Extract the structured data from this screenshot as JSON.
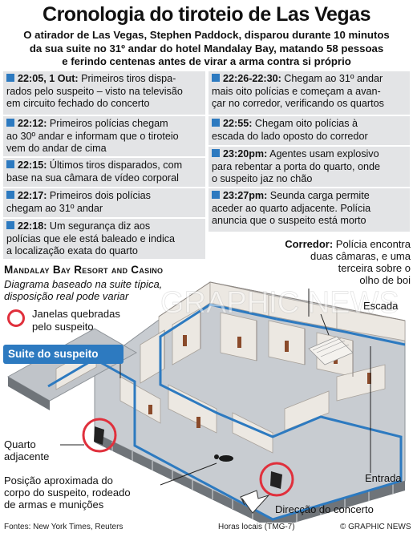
{
  "header": {
    "title": "Cronologia do tiroteio de Las Vegas",
    "subtitle_lines": [
      "O atirador de Las Vegas, Stephen Paddock, disparou durante 10 minutos",
      "da sua suite no 31º andar do hotel Mandalay Bay, matando 58 pessoas",
      "e ferindo centenas antes de virar a arma contra si próprio"
    ]
  },
  "events_left": [
    {
      "time": "22:05, 1 Out:",
      "text_lines": [
        " Primeiros tiros dispa-",
        "rados pelo suspeito – visto na televisão",
        "em circuito fechado do concerto"
      ]
    },
    {
      "time": "22:12:",
      "text_lines": [
        " Primeiros polícias chegam",
        "ao 30º andar e informam que o tiroteio",
        "vem do andar de cima"
      ]
    },
    {
      "time": "22:15:",
      "text_lines": [
        " Últimos tiros disparados, com",
        "base na sua câmara de vídeo corporal"
      ]
    },
    {
      "time": "22:17:",
      "text_lines": [
        " Primeiros dois polícias",
        "chegam ao 31º andar"
      ]
    },
    {
      "time": "22:18:",
      "text_lines": [
        " Um segurança diz aos",
        "polícias que ele está baleado e indica",
        "a localização exata do quarto"
      ]
    }
  ],
  "events_right": [
    {
      "time": "22:26-22:30:",
      "text_lines": [
        " Chegam ao 31º andar",
        "mais oito polícias e começam a avan-",
        "çar no corredor, verificando os quartos"
      ]
    },
    {
      "time": "22:55:",
      "text_lines": [
        " Chegam oito polícias à",
        "escada do lado oposto do corredor"
      ]
    },
    {
      "time": "23:20pm:",
      "text_lines": [
        " Agentes usam explosivo",
        "para rebentar a porta do quarto, onde",
        "o suspeito jaz no chão"
      ]
    },
    {
      "time": "23:27pm:",
      "text_lines": [
        " Seunda carga permite",
        "aceder ao quarto adjacente. Polícia",
        "anuncia que o suspeito está morto"
      ]
    }
  ],
  "diagram": {
    "hotel_title": "Mandalay Bay Resort and Casino",
    "hotel_subtitle_lines": [
      "Diagrama baseado na suite típica,",
      "disposição real pode variar"
    ],
    "legend_text_lines": [
      "Janelas quebradas",
      "pelo suspeito"
    ],
    "suite_label": "Suite do suspeito",
    "corridor_bold": "Corredor:",
    "corridor_lines": [
      " Polícia encontra",
      "duas câmaras, e uma",
      "terceira sobre o",
      "olho de boi"
    ],
    "stairs": "Escada",
    "adjacent_room_lines": [
      "Quarto",
      "adjacente"
    ],
    "entrance": "Entrada",
    "body_position_lines": [
      "Posição aproximada do",
      "corpo do suspeito, rodeado",
      "de armas e munições"
    ],
    "concert_direction": "Direcção do concerto",
    "watermark": "GRAPHIC NEWS"
  },
  "footer": {
    "sources": "Fontes: New York Times, Reuters",
    "local_time": "Horas locais (TMG-7)",
    "credit": "© GRAPHIC NEWS"
  },
  "colors": {
    "accent_blue": "#2d7ac0",
    "highlight_red": "#e0303c",
    "panel_grey": "#e3e4e6"
  }
}
